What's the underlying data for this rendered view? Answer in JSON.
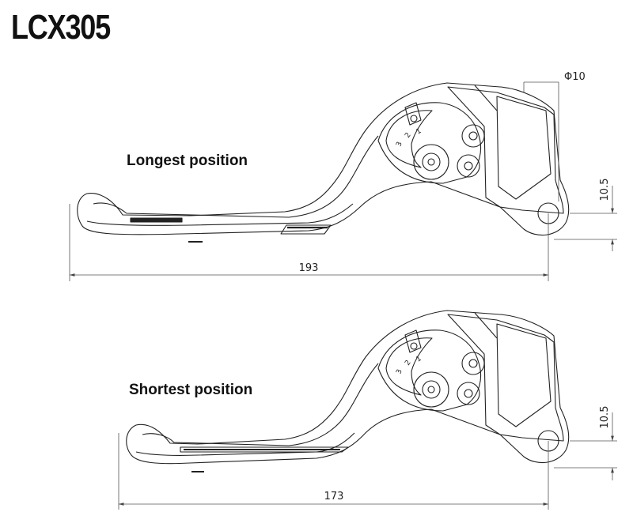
{
  "title": "LCX305",
  "lever_long": {
    "label": "Longest position",
    "length": "193",
    "offset": "10.5",
    "hole_dia": "Φ10",
    "scale": [
      "3",
      "2",
      "1"
    ]
  },
  "lever_short": {
    "label": "Shortest position",
    "length": "173",
    "offset": "10.5",
    "scale": [
      "3",
      "2",
      "1"
    ]
  }
}
